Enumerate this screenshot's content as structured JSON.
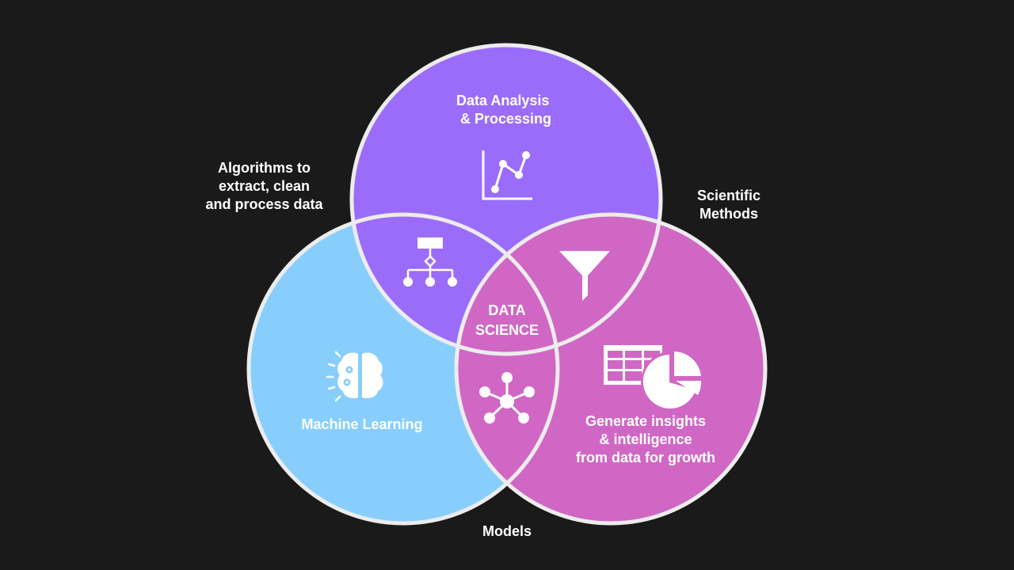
{
  "diagram": {
    "center_label": "DATA\nSCIENCE",
    "circles": {
      "top": {
        "label": "Data Analysis\n & Processing",
        "icon": "line-chart-icon",
        "color": "#9b6cf9"
      },
      "left": {
        "label": "Machine Learning",
        "icon": "brain-gears-icon",
        "color": "#87cefc"
      },
      "right": {
        "label": "Generate insights\n& intelligence\nfrom data for growth",
        "icon": "table-pie-chart-icon",
        "color": "#d067c4"
      }
    },
    "intersections": {
      "top_left": {
        "icon": "hierarchy-icon",
        "label": "Algorithms to\nextract, clean\nand process data"
      },
      "top_right": {
        "icon": "funnel-icon",
        "label": "Scientific\nMethods"
      },
      "left_right": {
        "icon": "network-icon",
        "label": "Models"
      }
    },
    "outline_color": "#ececec",
    "background": "#1a1a1a"
  }
}
